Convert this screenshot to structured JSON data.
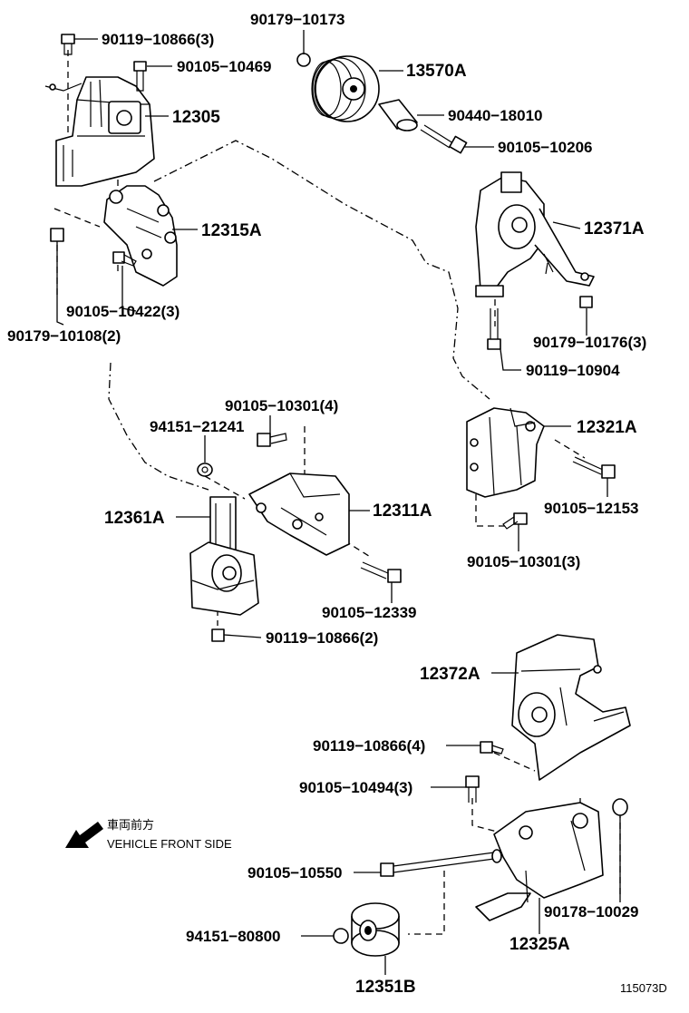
{
  "callouts": {
    "p90179_10173": "90179−10173",
    "p90119_10866_3": "90119−10866(3)",
    "p90105_10469": "90105−10469",
    "p13570A": "13570A",
    "p12305": "12305",
    "p90440_18010": "90440−18010",
    "p90105_10206": "90105−10206",
    "p12371A": "12371A",
    "p12315A": "12315A",
    "p90105_10422_3": "90105−10422(3)",
    "p90179_10108_2": "90179−10108(2)",
    "p90179_10176_3": "90179−10176(3)",
    "p90119_10904": "90119−10904",
    "p90105_10301_4": "90105−10301(4)",
    "p94151_21241": "94151−21241",
    "p12321A": "12321A",
    "p12361A": "12361A",
    "p12311A": "12311A",
    "p90105_12153": "90105−12153",
    "p90105_10301_3": "90105−10301(3)",
    "p90105_12339": "90105−12339",
    "p90119_10866_2": "90119−10866(2)",
    "p12372A": "12372A",
    "p90119_10866_4": "90119−10866(4)",
    "p90105_10494_3": "90105−10494(3)",
    "p90105_10550": "90105−10550",
    "p90178_10029": "90178−10029",
    "p94151_80800": "94151−80800",
    "p12325A": "12325A",
    "p12351B": "12351B"
  },
  "direction": {
    "jp": "車両前方",
    "en": "VEHICLE FRONT SIDE"
  },
  "figure_id": "115073D"
}
